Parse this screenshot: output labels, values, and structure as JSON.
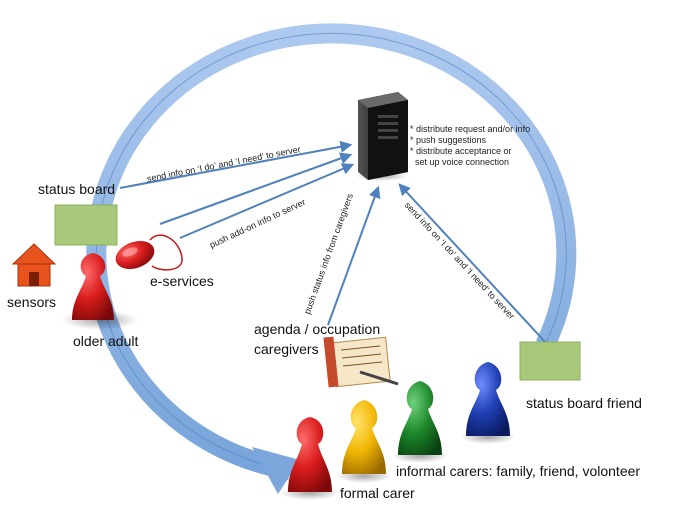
{
  "labels": {
    "status_board": "status board",
    "sensors": "sensors",
    "e_services": "e-services",
    "older_adult": "older adult",
    "agenda_line1": "agenda / occupation",
    "agenda_line2": "caregivers",
    "status_board_friend": "status board friend",
    "informal_carers": "informal carers: family, friend, volonteer",
    "formal_carer": "formal carer"
  },
  "arrows": {
    "send_info_left": "send info on ‘I do’ and ‘I need’ to server",
    "push_addon": "push add-on info to server",
    "push_status": "push status info from caregivers",
    "send_info_right": "send info on ‘I do’ and ‘I need’ to server"
  },
  "server_tasks": [
    "* distribute request and/or info",
    "* push suggestions",
    "* distribute acceptance or",
    "  set up voice connection"
  ],
  "colors": {
    "ring": "#8db3e2",
    "ring_dark": "#4f81bd",
    "board": "#a9c97a",
    "red_pawn": "#d81c1c",
    "yellow_pawn": "#f2b705",
    "green_pawn": "#1f8a2c",
    "blue_pawn": "#1f3fb4",
    "house": "#e8521c"
  },
  "icons": [
    "server-icon",
    "house-icon",
    "mouse-icon",
    "agenda-icon",
    "pawn-icon"
  ]
}
